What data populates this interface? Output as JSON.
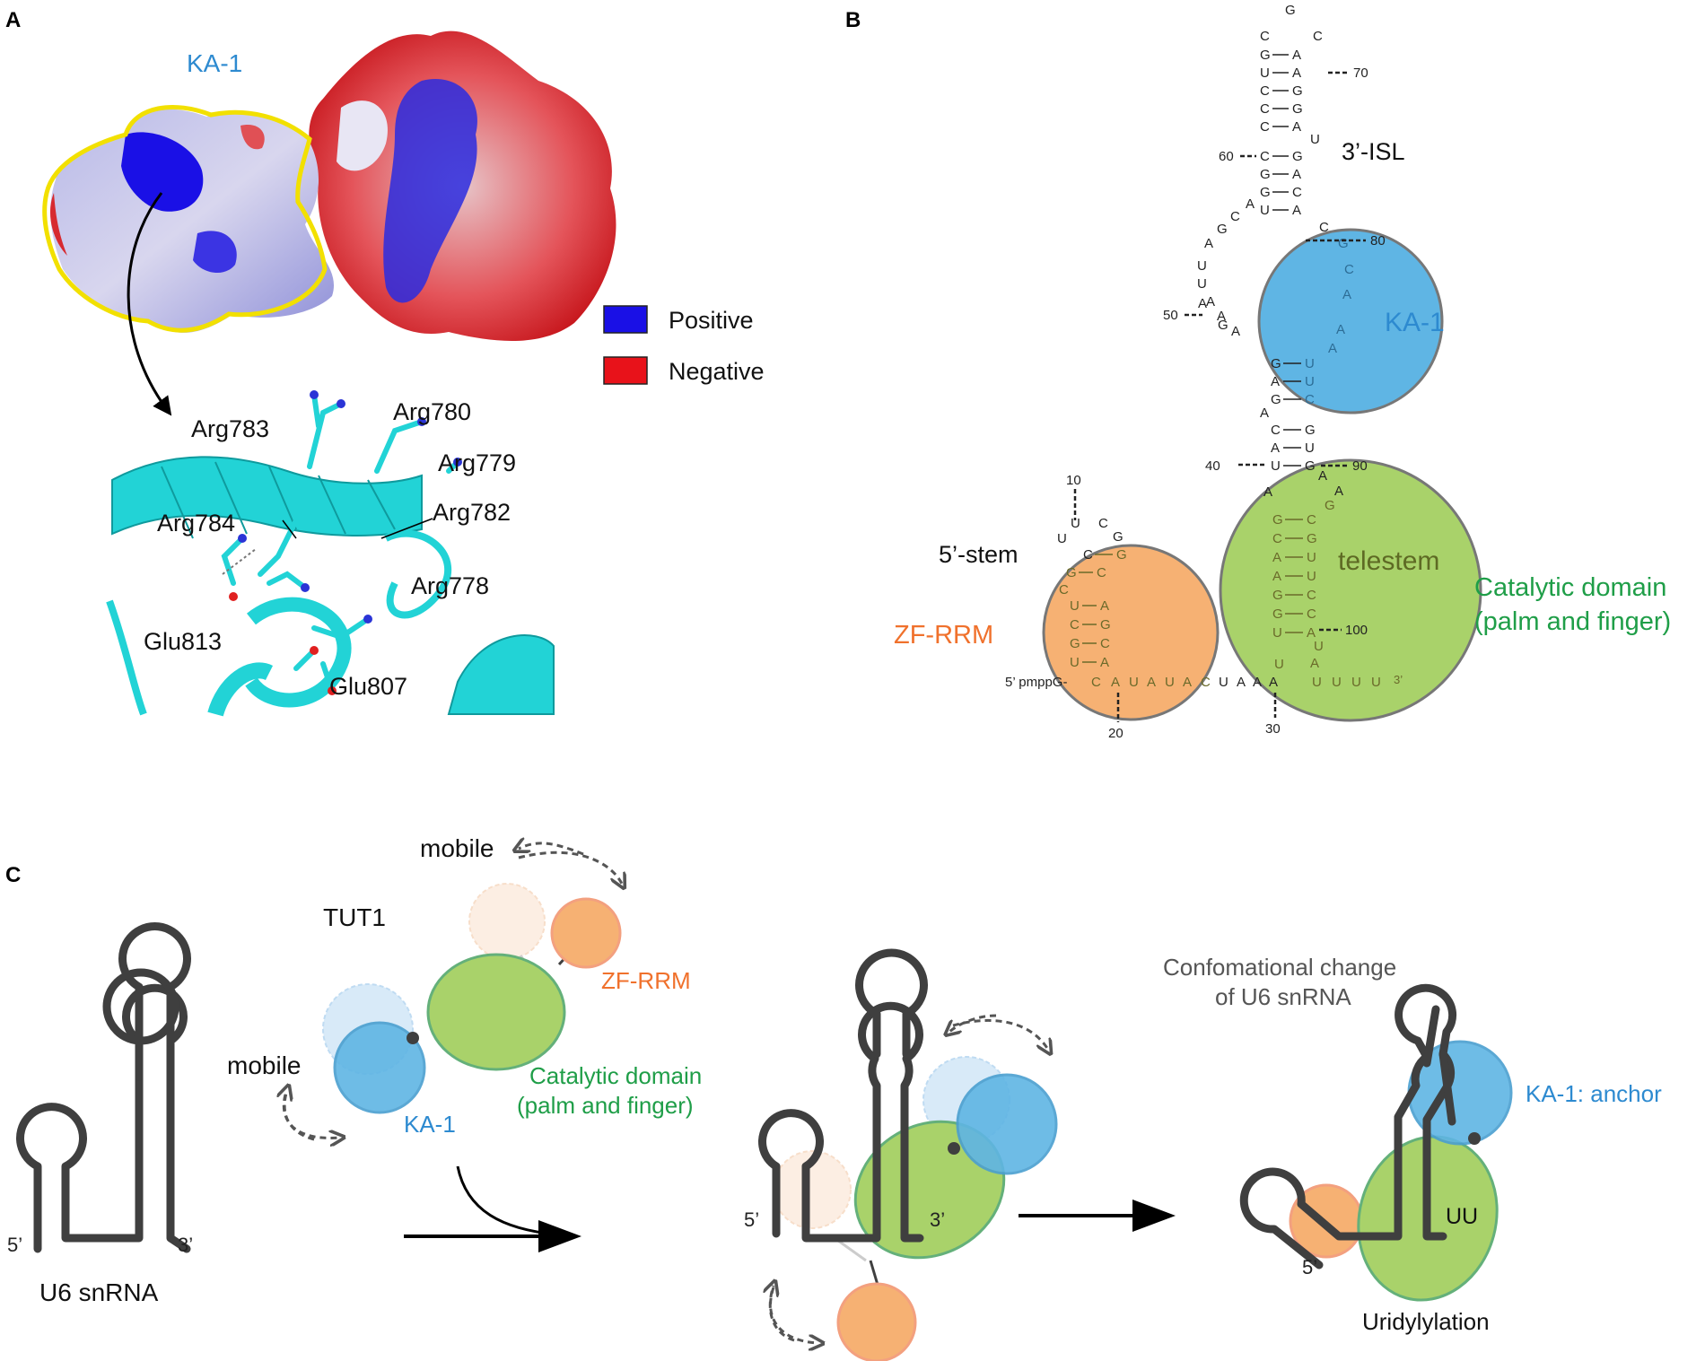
{
  "panels": {
    "a": "A",
    "b": "B",
    "c": "C"
  },
  "colors": {
    "positive": "#1a10e6",
    "negative": "#e8121a",
    "ka1": "#5fb5e4",
    "catalytic": "#a9d26a",
    "zfrrm": "#f6b173",
    "cyan": "#22d3d6",
    "blue_text": "#2d8ad0",
    "green_text": "#1f9e48",
    "orange_text": "#f0712c"
  },
  "panelA": {
    "ka1_label": "KA-1",
    "legend": {
      "positive": "Positive",
      "negative": "Negative"
    },
    "residues": [
      "Arg783",
      "Arg780",
      "Arg779",
      "Arg784",
      "Arg782",
      "Arg778",
      "Glu813",
      "Glu807"
    ]
  },
  "panelB": {
    "isl_label": "3’-ISL",
    "stem5_label": "5’-stem",
    "ka1_label": "KA-1",
    "telestem_label": "telestem",
    "catalytic_line1": "Catalytic domain",
    "catalytic_line2": "(palm and finger)",
    "zfrrm_label": "ZF-RRM",
    "cap_label": "5’ pmppG-",
    "end3": "3’",
    "nums": {
      "n10": "10",
      "n20": "20",
      "n30": "30",
      "n40": "40",
      "n50": "50",
      "n60": "60",
      "n70": "70",
      "n80": "80",
      "n90": "90",
      "n100": "100"
    }
  },
  "panelC": {
    "mobile1": "mobile",
    "mobile2": "mobile",
    "tut1": "TUT1",
    "zfrrm": "ZF-RRM",
    "ka1": "KA-1",
    "catalytic_line1": "Catalytic domain",
    "catalytic_line2": "(palm and finger)",
    "five1": "5’",
    "three1": "3’",
    "u6": "U6 snRNA",
    "five2": "5’",
    "three2": "3’",
    "conf_line1": "Confomational change",
    "conf_line2": "of U6 snRNA",
    "ka1_anchor": "KA-1: anchor",
    "uu": "UU",
    "five3": "5’",
    "uridylylation": "Uridylylation"
  }
}
